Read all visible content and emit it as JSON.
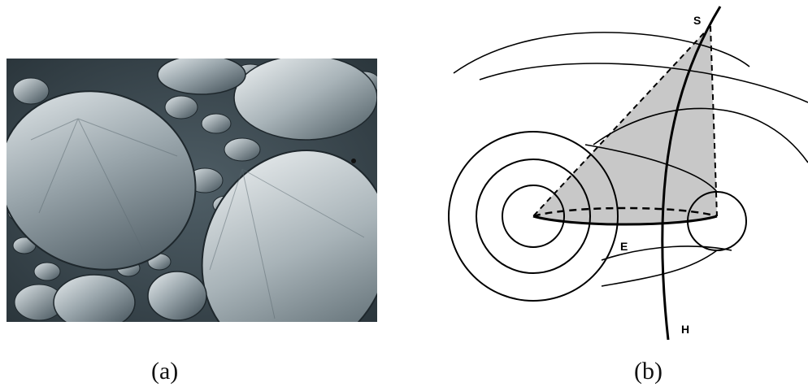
{
  "panel_a": {
    "caption": "(a)"
  },
  "panel_b": {
    "caption": "(b)",
    "labels": {
      "apex": "S",
      "ellipse": "E",
      "hyperbola": "H"
    }
  }
}
